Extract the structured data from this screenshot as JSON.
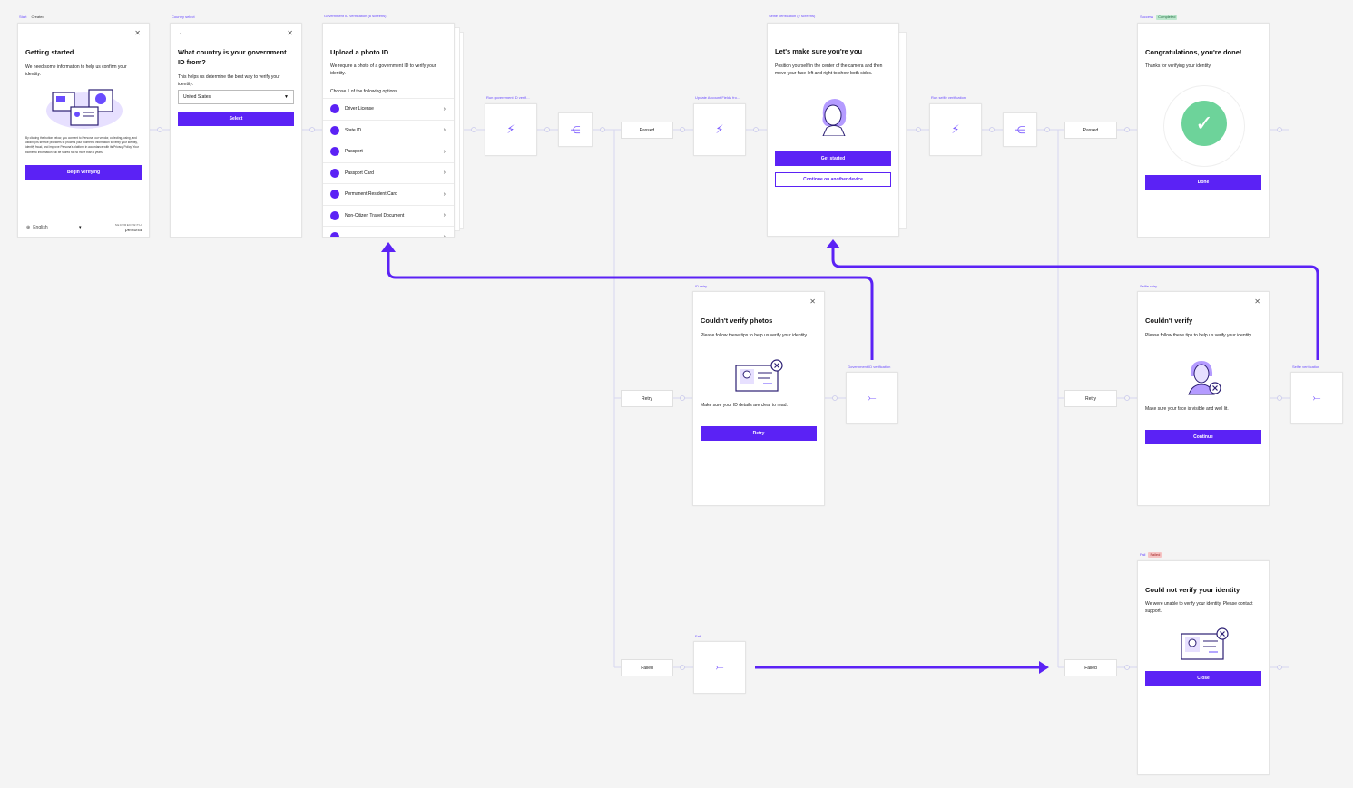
{
  "tags": {
    "start": "Start",
    "start_status": "Created",
    "country": "Country select",
    "gov": "Government ID verification (8 screens)",
    "run_gov": "Run government ID verifi...",
    "update_fields": "Update Account Fields fro...",
    "selfie": "Selfie verification (2 screens)",
    "run_selfie": "Run selfie verification",
    "success": "Success",
    "success_status": "Completed",
    "id_retry": "ID retry",
    "gov_link": "Government ID verification",
    "selfie_retry": "Selfie retry",
    "selfie_link": "Selfie verification",
    "fail_node": "Fail",
    "fail": "Fail",
    "fail_status": "Failed"
  },
  "colors": {
    "accent": "#5b22f5",
    "completed": "#bfe8cf",
    "failed": "#f6c4c4",
    "check": "#6dd39a"
  },
  "getting_started": {
    "title": "Getting started",
    "body": "We need some information to help us confirm your identity.",
    "legal": "By clicking the button below, you consent to Persona, our vendor, collecting, using, and utilizing its service providers to process your biometric information to verify your identity, identify fraud, and improve Persona's platform in accordance with its Privacy Policy. Your biometric information will be stored for no more than 3 years.",
    "button": "Begin verifying",
    "language": "English",
    "secured": "SECURED WITH",
    "brand": "persona"
  },
  "country_select": {
    "title": "What country is your government ID from?",
    "body": "This helps us determine the best way to verify your identity.",
    "value": "United States",
    "button": "Select"
  },
  "upload_id": {
    "title": "Upload a photo ID",
    "body": "We require a photo of a government ID to verify your identity.",
    "choose": "Choose 1 of the following options",
    "options": [
      "Driver License",
      "State ID",
      "Passport",
      "Passport Card",
      "Permanent Resident Card",
      "Non-Citizen Travel Document"
    ]
  },
  "selfie_screen": {
    "title": "Let's make sure you're you",
    "body": "Position yourself in the center of the camera and then move your face left and right to show both sides.",
    "primary": "Get started",
    "secondary": "Continue on another device"
  },
  "success_screen": {
    "title": "Congratulations, you're done!",
    "body": "Thanks for verifying your identity.",
    "button": "Done"
  },
  "id_retry_screen": {
    "title": "Couldn't verify photos",
    "body": "Please follow these tips to help us verify your identity.",
    "tip": "Make sure your ID details are clear to read.",
    "button": "Retry"
  },
  "selfie_retry_screen": {
    "title": "Couldn't verify",
    "body": "Please follow these tips to help us verify your identity.",
    "tip": "Make sure your face is visible and well lit.",
    "button": "Continue"
  },
  "fail_screen": {
    "title": "Could not verify your identity",
    "body": "We were unable to verify your identity. Please contact support.",
    "button": "Close"
  },
  "outcomes": {
    "passed1": "Passed",
    "passed2": "Passed",
    "retry1": "Retry",
    "retry2": "Retry",
    "failed1": "Failed",
    "failed2": "Failed"
  },
  "icons": {
    "run": "lightning-icon",
    "branch": "branch-icon",
    "goto": "goto-arrow-icon",
    "close": "close-icon",
    "back": "chevron-left-icon",
    "check": "check-icon"
  }
}
